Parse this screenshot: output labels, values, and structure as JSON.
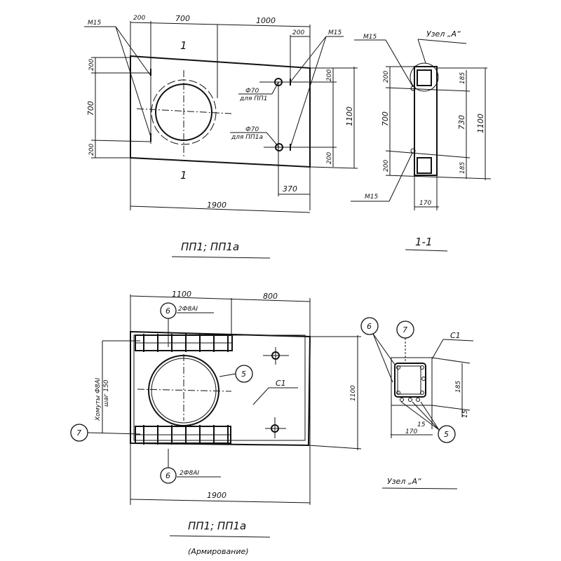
{
  "plan": {
    "title": "ПП1; ПП1а",
    "section_mark": "1",
    "dims_top": [
      "200",
      "700",
      "1000"
    ],
    "dim_right_top": "200",
    "dims_left": [
      "200",
      "700",
      "200"
    ],
    "dims_right": [
      "200",
      "200"
    ],
    "dim_height": "1100",
    "dim_370": "370",
    "dim_width": "1900",
    "embed_label": "М15",
    "hole_1": {
      "dia": "Ф70",
      "note": "для ПП1"
    },
    "hole_2": {
      "dia": "Ф70",
      "note": "для ПП1а"
    }
  },
  "section": {
    "title": "1-1",
    "node_label": "Узел „А“",
    "embed_label": "М15",
    "dims_left": [
      "200",
      "700",
      "200"
    ],
    "dims_right": [
      "185",
      "730",
      "185"
    ],
    "dim_height": "1100",
    "dim_width": "170"
  },
  "reinforcement": {
    "title": "ПП1; ПП1а",
    "subtitle": "(Армирование)",
    "dims_top": [
      "1100",
      "800"
    ],
    "dim_width": "1900",
    "dim_height": "1100",
    "callout_6": "6",
    "callout_7": "7",
    "callout_5": "5",
    "bar_note": "2Ф8АI",
    "bar_note_bottom": "2Ф8АI",
    "mesh_label": "С1",
    "stirrups": "Хомуты Ф8АI",
    "stirrups_step": "шаг 150"
  },
  "node": {
    "title": "Узел „А“",
    "callout_6": "6",
    "callout_7": "7",
    "callout_5": "5",
    "mesh_label": "С1",
    "dim_185": "185",
    "dim_15a": "15",
    "dim_15b": "15",
    "dim_170": "170"
  }
}
